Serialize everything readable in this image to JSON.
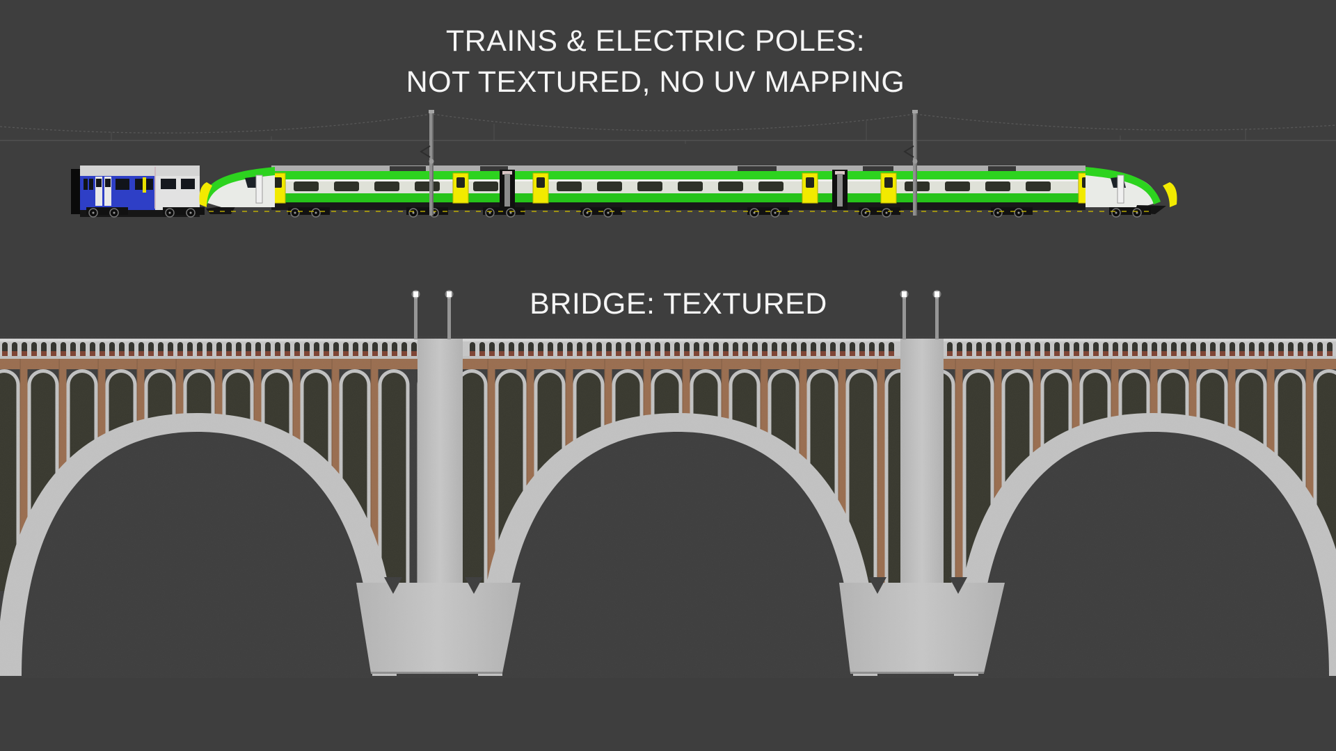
{
  "scene": {
    "captions": {
      "trains_line1": "TRAINS & ELECTRIC POLES:",
      "trains_line2": "NOT TEXTURED, NO UV MAPPING",
      "bridge": "BRIDGE: TEXTURED"
    },
    "objects": {
      "train": "passenger-train-not-textured",
      "electric_poles": "catenary-masts-not-textured",
      "bridge": "arched-viaduct-textured"
    },
    "colors": {
      "bg": "#3e3e3e",
      "wire": "#5d5d5d",
      "pole": "#8f8f8f",
      "poleEdge": "#6d6d6d",
      "trainGreen": "#2dd31f",
      "trainGreenDark": "#26c31a",
      "trainBody": "#dfe1d8",
      "trainWhite": "#f0f2ec",
      "trainRoof": "#aeaeae",
      "trainYellow": "#f2ea00",
      "trainYellowEdge": "#b8b000",
      "trainBlue": "#2e3fc6",
      "trainDark": "#161616",
      "windowDark": "#2e3128",
      "stone": "#c6c6c6",
      "stoneRing": "#c2c2c2",
      "stonePier": "#bfbfbf",
      "brick": "#9a6e50",
      "parapetRed": "#7e4433",
      "openingDark": "#39392f",
      "lamp": "#ffffff"
    }
  }
}
